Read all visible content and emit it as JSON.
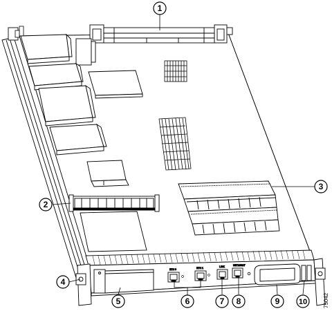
{
  "callouts": [
    {
      "label": "1"
    },
    {
      "label": "2"
    },
    {
      "label": "3"
    },
    {
      "label": "4"
    },
    {
      "label": "5"
    },
    {
      "label": "6"
    },
    {
      "label": "7"
    },
    {
      "label": "8"
    },
    {
      "label": "9"
    },
    {
      "label": "10"
    }
  ],
  "figure_id": "75042",
  "faceplate_labels": {
    "port_1": "ETH 0",
    "port_2": "ETH 1",
    "port_3": "LINK",
    "port_4": "NETMGMT"
  },
  "colors": {
    "line": "#000000",
    "gray": "#aaaaaa",
    "fill": "#ffffff",
    "dark": "#333333"
  }
}
